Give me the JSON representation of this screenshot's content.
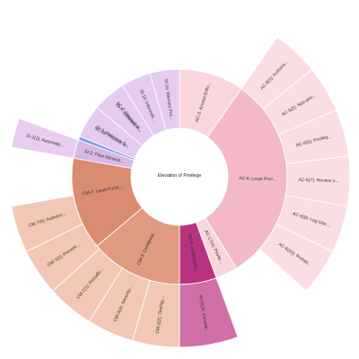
{
  "chart_data": {
    "type": "sunburst",
    "title": "",
    "root": "Elevation of Privilege",
    "nodes": [
      {
        "id": "ac",
        "label": "AC-6: Least Privi...",
        "parent": "",
        "a0": 35,
        "a1": 148,
        "color": "#f4b9c6"
      },
      {
        "id": "ac3",
        "label": "AC-3: Access Enfo...",
        "parent": "",
        "a0": 0,
        "a1": 35,
        "color": "#f9d6de"
      },
      {
        "id": "ac17",
        "label": "AC-17(4): Privile...",
        "parent": "",
        "a0": 148,
        "a1": 160,
        "color": "#f9d6de"
      },
      {
        "id": "au",
        "label": "AU-6: Audit Revie...",
        "parent": "",
        "a0": 160,
        "a1": 180,
        "color": "#b8337f"
      },
      {
        "id": "cm",
        "label": "CM-7: Least Funct...",
        "parent": "",
        "a0": 230,
        "a1": 290,
        "color": "#d98c70"
      },
      {
        "id": "cmcfg",
        "label": "CM-3: Configurat...",
        "parent": "",
        "a0": 180,
        "a1": 230,
        "color": "#e09a80"
      },
      {
        "id": "sc",
        "label": "SC-39: Process Is...",
        "parent": "",
        "a0": 290,
        "a1": 310,
        "color": "#7ba0e2"
      },
      {
        "id": "sc2",
        "label": "SC-2: Separation...",
        "parent": "",
        "a0": 310,
        "a1": 330,
        "color": "#7ba0e2"
      },
      {
        "id": "si",
        "label": "SI-2: Flaw Remedi...",
        "parent": "",
        "a0": 280,
        "a1": 290,
        "color": "#d8b8e6"
      },
      {
        "id": "si3",
        "label": "SI-3: Malicious C...",
        "parent": "",
        "a0": 292,
        "a1": 310,
        "color": "#e4cbef"
      },
      {
        "id": "si7",
        "label": "SI-7: Software, F...",
        "parent": "",
        "a0": 310,
        "a1": 328,
        "color": "#e4cbef"
      },
      {
        "id": "si10",
        "label": "SI-10: Informati...",
        "parent": "",
        "a0": 328,
        "a1": 344,
        "color": "#e4cbef"
      },
      {
        "id": "si16",
        "label": "SI-16: Memory Pro...",
        "parent": "",
        "a0": 344,
        "a1": 360,
        "color": "#e4cbef"
      }
    ],
    "outer": [
      {
        "label": "AC-6(1): Authoriz...",
        "a0": 35,
        "a1": 51,
        "color": "#fbdde4"
      },
      {
        "label": "AC-6(2): Non-priv...",
        "a0": 51,
        "a1": 67,
        "color": "#fbdde4"
      },
      {
        "label": "AC-6(5): Privileg...",
        "a0": 67,
        "a1": 83,
        "color": "#fbdde4"
      },
      {
        "label": "AC-6(7): Review o...",
        "a0": 83,
        "a1": 100,
        "color": "#fbdde4"
      },
      {
        "label": "AC-6(9): Log Use ...",
        "a0": 100,
        "a1": 116,
        "color": "#fbdde4"
      },
      {
        "label": "AC-6(10): Prohibi...",
        "a0": 116,
        "a1": 132,
        "color": "#fbdde4"
      },
      {
        "label": "AU-6(3): Correlat...",
        "a0": 160,
        "a1": 180,
        "color": "#cf6fa6"
      },
      {
        "label": "CM-3(2): Testing,...",
        "a0": 180,
        "a1": 196,
        "color": "#f2c7b5"
      },
      {
        "label": "CM-3(4): Security...",
        "a0": 196,
        "a1": 212,
        "color": "#f2c7b5"
      },
      {
        "label": "CM-7(1): Periodic...",
        "a0": 212,
        "a1": 228,
        "color": "#f2c7b5"
      },
      {
        "label": "CM-7(2): Prevent ...",
        "a0": 228,
        "a1": 244,
        "color": "#f2c7b5"
      },
      {
        "label": "CM-7(5): Authoriz...",
        "a0": 244,
        "a1": 260,
        "color": "#f2c7b5"
      },
      {
        "label": "SI-2(2): Automate...",
        "a0": 280,
        "a1": 290,
        "color": "#e8cdef"
      }
    ]
  }
}
